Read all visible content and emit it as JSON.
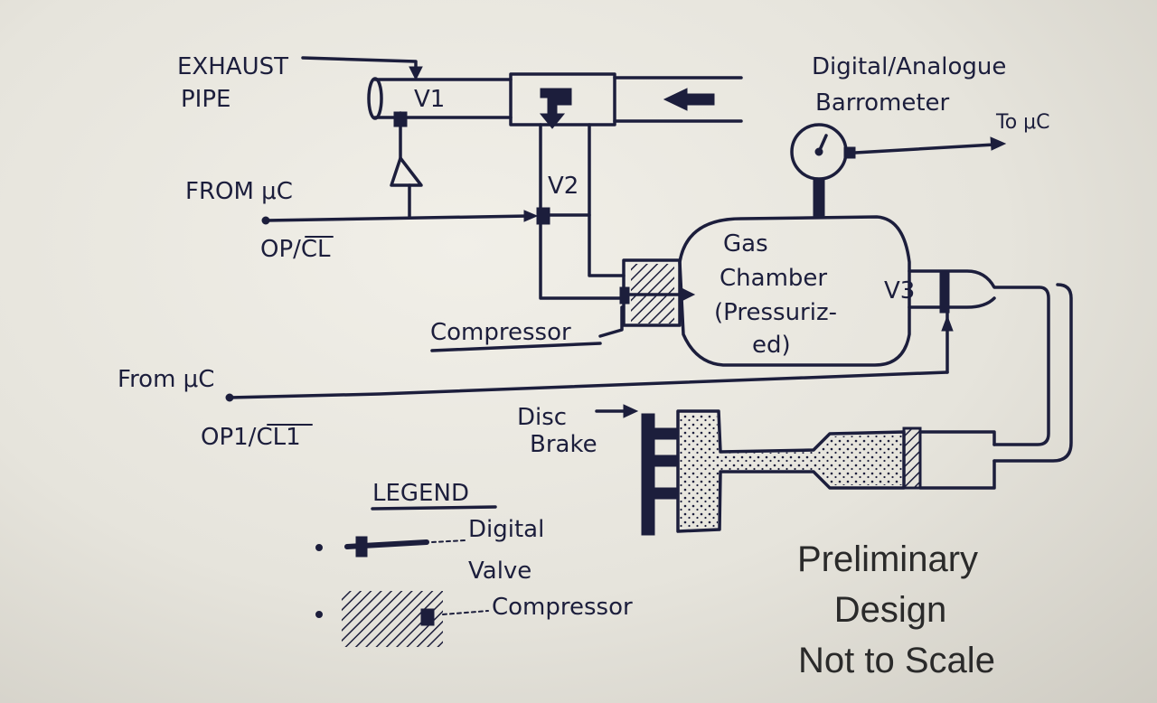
{
  "labels": {
    "exhaust_pipe_line1": "EXHAUST",
    "exhaust_pipe_line2": "PIPE",
    "v1": "V1",
    "v2": "V2",
    "v3": "V3",
    "from_uc_1": "FROM μC",
    "op_cl_1": "OP/CL",
    "from_uc_2": "From μC",
    "op_cl_2": "OP1/CL1",
    "compressor": "Compressor",
    "barometer_line1": "Digital/Analogue",
    "barometer_line2": "Barrometer",
    "to_uc": "To μC",
    "gas_chamber_line1": "Gas",
    "gas_chamber_line2": "Chamber",
    "gas_chamber_line3": "(Pressuriz-",
    "gas_chamber_line4": "ed)",
    "disc_brake_line1": "Disc",
    "disc_brake_line2": "Brake"
  },
  "legend": {
    "title": "LEGEND",
    "item_valve_line1": "Digital",
    "item_valve_line2": "Valve",
    "item_compressor": "Compressor"
  },
  "note": {
    "line1": "Preliminary",
    "line2": "Design",
    "line3": "Not to Scale"
  },
  "colors": {
    "ink": "#1c1e3c",
    "paper": "#e9e7e0"
  }
}
